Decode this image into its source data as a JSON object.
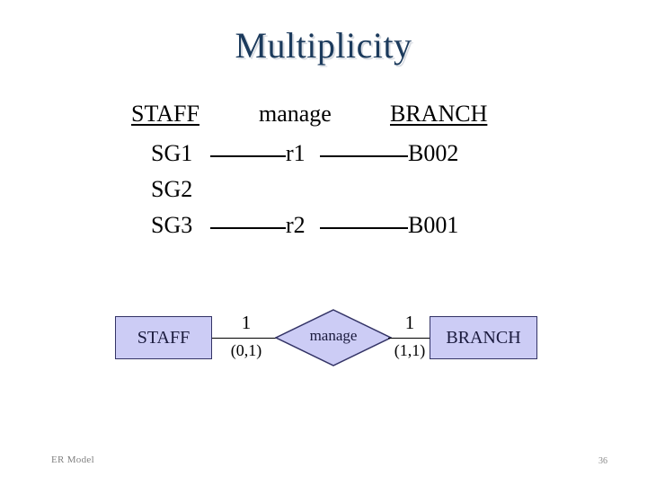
{
  "slide": {
    "title": "Multiplicity",
    "title_color": "#1b3a5c"
  },
  "instance_table": {
    "headers": {
      "left": "STAFF",
      "middle": "manage",
      "right": "BRANCH"
    },
    "rows": [
      {
        "left": "SG1",
        "middle": "r1",
        "right": "B002",
        "connected": true
      },
      {
        "left": "SG2",
        "middle": "",
        "right": "",
        "connected": false
      },
      {
        "left": "SG3",
        "middle": "r2",
        "right": "B001",
        "connected": true
      }
    ]
  },
  "er_diagram": {
    "left_entity": "STAFF",
    "relationship": "manage",
    "right_entity": "BRANCH",
    "left_multiplicity": "1",
    "left_participation": "(0,1)",
    "right_multiplicity": "1",
    "right_participation": "(1,1)",
    "entity_fill": "#ccccf5",
    "entity_border": "#333366"
  },
  "footer": {
    "label": "ER Model",
    "page_number": "36"
  }
}
